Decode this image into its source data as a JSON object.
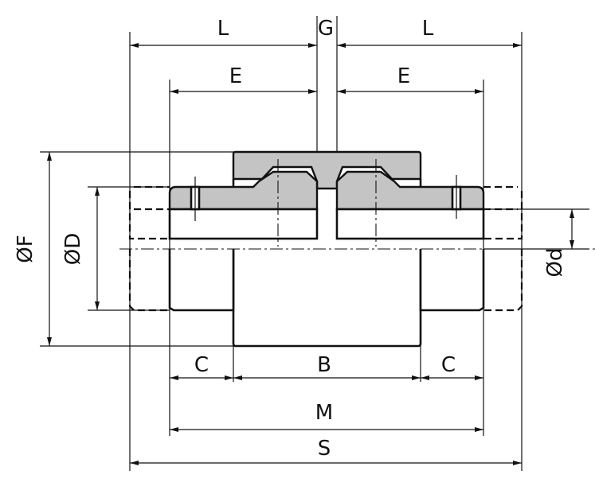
{
  "drawing": {
    "labels": {
      "L_left": "L",
      "G": "G",
      "L_right": "L",
      "E_left": "E",
      "E_right": "E",
      "F": "ØF",
      "D": "ØD",
      "d": "Ød",
      "C_left": "C",
      "B": "B",
      "C_right": "C",
      "M": "M",
      "S": "S"
    },
    "colors": {
      "section_fill": "#c4c4c4",
      "line": "#111111"
    }
  }
}
